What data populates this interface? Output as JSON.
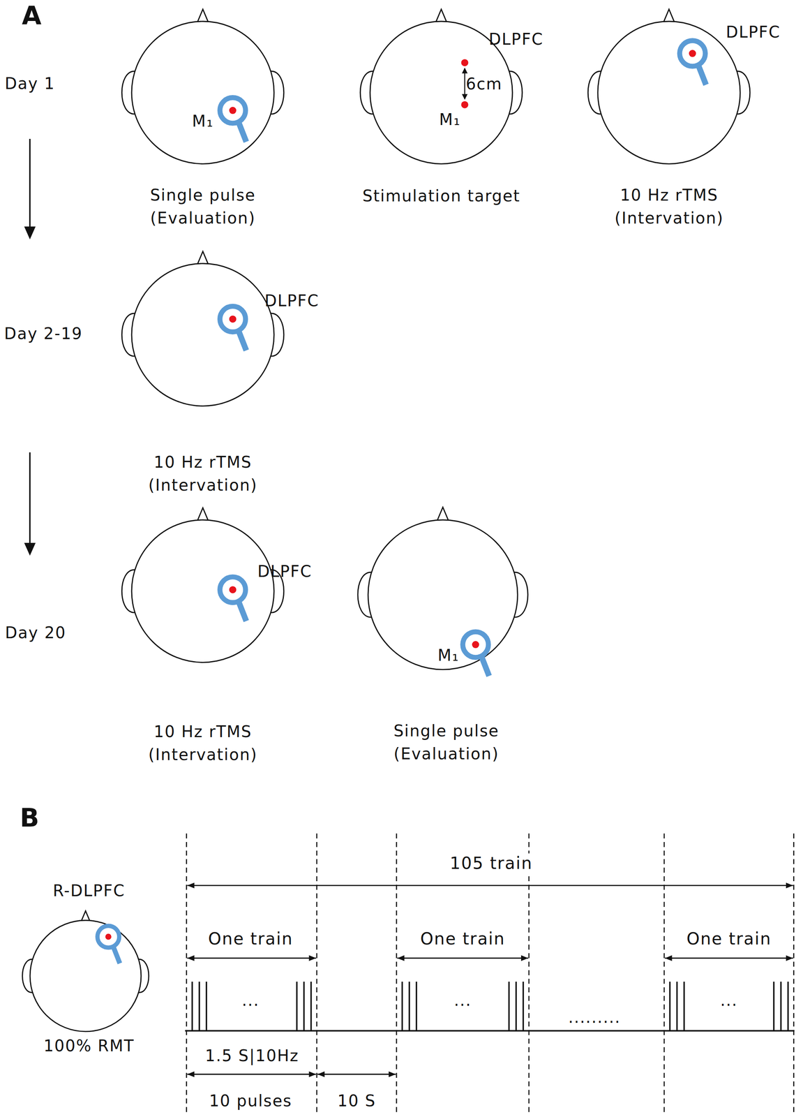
{
  "diagram": {
    "nodes": [
      {
        "text": [
          "M₁",
          "Single pulse (Evaluation)"
        ]
      },
      {
        "text": [
          "DLPFC",
          "6cm",
          "M₁",
          "Stimulation target"
        ]
      },
      {
        "text": [
          "DLPFC",
          "10 Hz rTMS (Intervation)"
        ]
      },
      {
        "text": [
          "DLPFC",
          "10 Hz rTMS (Intervation)"
        ]
      },
      {
        "text": [
          "DLPFC",
          "10 Hz rTMS (Intervation)"
        ]
      },
      {
        "text": [
          "M₁",
          "Single pulse (Evaluation)"
        ]
      },
      {
        "text": [
          "R-DLPFC",
          "100% RMT"
        ]
      }
    ],
    "labels": [
      "A",
      "Day 1",
      "Day 2-19",
      "Day 20",
      "B",
      "105 train",
      "One train",
      "One train",
      "One train",
      "...",
      "...",
      "...",
      ".........",
      "1.5 S|10Hz",
      "10 pulses",
      "10 S"
    ]
  }
}
